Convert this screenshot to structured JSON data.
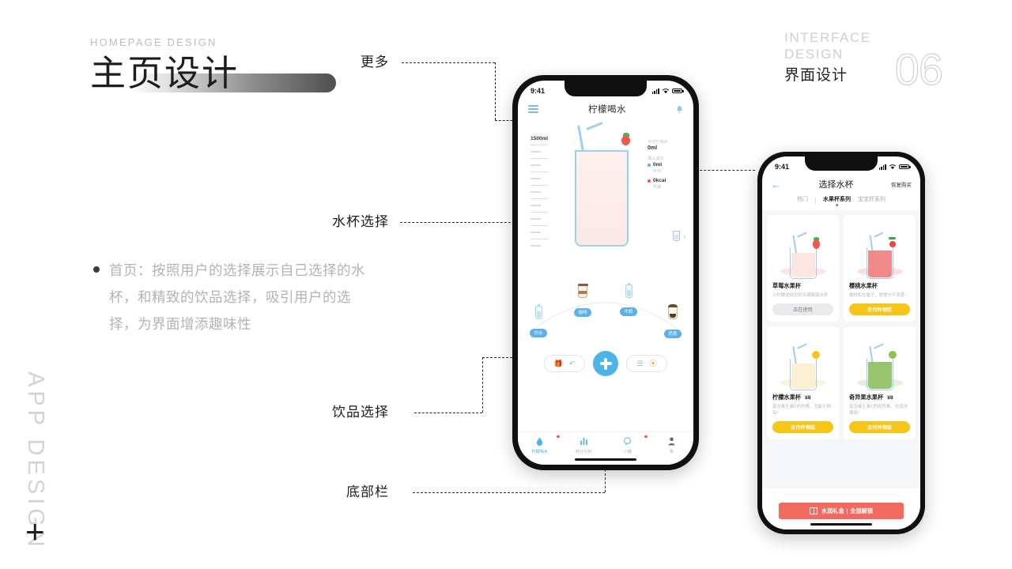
{
  "header_left": {
    "kicker": "HOMEPAGE DESIGN",
    "title": "主页设计"
  },
  "header_right": {
    "line1": "INTERFACE",
    "line2": "DESIGN",
    "cn": "界面设计",
    "number": "06"
  },
  "body_copy": {
    "text": "首页：按照用户的选择展示自己选择的水杯，和精致的饮品选择，吸引用户的选择，为界面增添趣味性"
  },
  "side": {
    "vertical_text": "APP DESIGN",
    "plus": "+"
  },
  "annotations": {
    "more": "更多",
    "cup_select": "水杯选择",
    "drink_select": "饮品选择",
    "bottom_bar": "底部栏"
  },
  "phone1": {
    "status": {
      "time": "9:41"
    },
    "nav": {
      "menu_icon": "hamburger-icon",
      "title": "柠檬喝水",
      "bell_icon": "bell-icon"
    },
    "scale": {
      "max_label": "1500ml"
    },
    "stats": {
      "today_label": "今日已喝水",
      "today_value": "0ml",
      "intake_label": "摄入成份",
      "items": [
        {
          "value": "0ml",
          "name": "水份",
          "color": "#4eb3e8"
        },
        {
          "value": "0kcal",
          "name": "热量",
          "color": "#ef5a4f"
        }
      ]
    },
    "cup_switch": {
      "icon": "cup-icon",
      "chevron": "›"
    },
    "drinks": [
      {
        "label": "白水",
        "icon": "water-bottle-icon"
      },
      {
        "label": "咖啡",
        "icon": "coffee-cup-icon"
      },
      {
        "label": "牛奶",
        "icon": "milk-bottle-icon"
      },
      {
        "label": "奶茶",
        "icon": "bubble-tea-icon"
      }
    ],
    "actions": {
      "left": [
        {
          "icon": "gift-icon"
        },
        {
          "icon": "undo-icon"
        }
      ],
      "center": {
        "icon": "plus-icon"
      },
      "right": [
        {
          "icon": "list-icon"
        },
        {
          "icon": "check-circle-icon"
        }
      ]
    },
    "tabs": [
      {
        "label": "柠檬喝水",
        "icon": "water-drop-icon",
        "active": true,
        "badge": true
      },
      {
        "label": "统计分析",
        "icon": "bar-chart-icon",
        "active": false,
        "badge": false
      },
      {
        "label": "小趣",
        "icon": "chat-bubble-icon",
        "active": false,
        "badge": true
      },
      {
        "label": "我",
        "icon": "person-icon",
        "active": false,
        "badge": false
      }
    ]
  },
  "phone2": {
    "status": {
      "time": "9:41"
    },
    "nav": {
      "back_icon": "back-arrow-icon",
      "title": "选择水杯",
      "action": "恢复购买"
    },
    "tabs": [
      {
        "label": "热门",
        "selected": false
      },
      {
        "label": "水果杯系列",
        "selected": true
      },
      {
        "label": "宝宝杯系列",
        "selected": false
      }
    ],
    "cards": [
      {
        "title": "草莓水果杯",
        "price": "",
        "desc": "小柠檬送给您的专属健康水杯",
        "button": "正在使用",
        "button_style": "grey",
        "fill_color": "#fbe6e2",
        "shadow_color": "#fce6e1",
        "fruit_color": "#f2584f",
        "fruit_type": "strawberry"
      },
      {
        "title": "樱桃水果杯",
        "price": "",
        "desc": "樱桃和车厘子，傻傻分不清楚~",
        "button": "支付并领取",
        "button_style": "yellow",
        "fill_color": "#f08a8a",
        "shadow_color": "#fbdede",
        "fruit_color": "#e8453c",
        "fruit_type": "cherry"
      },
      {
        "title": "柠檬水果杯",
        "price": "¥8",
        "desc": "富含维生素C的柠檬，怎能不拥有!",
        "button": "支付并领取",
        "button_style": "yellow",
        "fill_color": "#fbf0d2",
        "shadow_color": "#fbf3dd",
        "fruit_color": "#f5c518",
        "fruit_type": "lemon"
      },
      {
        "title": "奇异果水果杯",
        "price": "¥8",
        "desc": "富含维生素C的奇异果，也值得拥有!",
        "button": "支付并领取",
        "button_style": "yellow",
        "fill_color": "#97c46d",
        "shadow_color": "#e4f0da",
        "fruit_color": "#8dc34a",
        "fruit_type": "kiwi"
      }
    ],
    "banner": {
      "icon": "gift-box-icon",
      "text": "水润礼盒 | 全部解锁"
    }
  },
  "colors": {
    "accent_blue": "#4eb3e8",
    "accent_yellow": "#f5c518",
    "accent_red": "#f2695f",
    "bg_grey": "#f4f6f8"
  }
}
